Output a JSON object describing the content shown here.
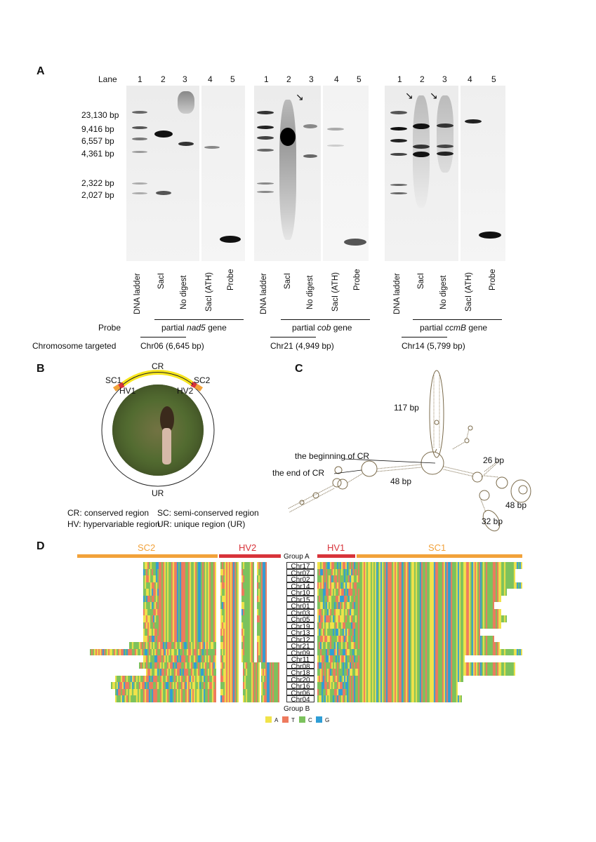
{
  "panel_a": {
    "letter": "A",
    "lane_label": "Lane",
    "ladder_sizes": [
      "23,130 bp",
      "9,416 bp",
      "6,557 bp",
      "4,361 bp",
      "2,322 bp",
      "2,027 bp"
    ],
    "probe_label": "Probe",
    "chromosome_label": "Chromosome targeted",
    "gels": [
      {
        "lane_numbers": [
          "1",
          "2",
          "3",
          "4",
          "5"
        ],
        "lane_names": [
          "DNA ladder",
          "SacI",
          "No digest",
          "SacI (ATH)",
          "Probe"
        ],
        "probe_prefix": "partial ",
        "probe_gene": "nad5",
        "probe_suffix": " gene",
        "chromosome": "Chr06 (6,645 bp)"
      },
      {
        "lane_numbers": [
          "1",
          "2",
          "3",
          "4",
          "5"
        ],
        "lane_names": [
          "DNA ladder",
          "SacI",
          "No digest",
          "SacI (ATH)",
          "Probe"
        ],
        "probe_prefix": "partial ",
        "probe_gene": "cob",
        "probe_suffix": " gene",
        "chromosome": "Chr21 (4,949 bp)"
      },
      {
        "lane_numbers": [
          "1",
          "2",
          "3",
          "4",
          "5"
        ],
        "lane_names": [
          "DNA ladder",
          "SacI",
          "No digest",
          "SacI (ATH)",
          "Probe"
        ],
        "probe_prefix": "partial ",
        "probe_gene": "ccmB",
        "probe_suffix": " gene",
        "chromosome": "Chr14 (5,799 bp)"
      }
    ]
  },
  "panel_b": {
    "letter": "B",
    "labels": {
      "cr": "CR",
      "ur": "UR",
      "sc1": "SC1",
      "sc2": "SC2",
      "hv1": "HV1",
      "hv2": "HV2"
    },
    "legend": [
      "CR: conserved region",
      "SC: semi-conserved region",
      "HV: hypervariable region",
      "UR: unique region (UR)"
    ],
    "colors": {
      "cr": "#f7e61e",
      "sc": "#f2a23a",
      "hv": "#d8333a"
    }
  },
  "panel_c": {
    "letter": "C",
    "labels": {
      "top": "117 bp",
      "right1": "26 bp",
      "right2": "48 bp",
      "bottom": "32 bp",
      "middle": "48 bp",
      "begin": "the beginning of CR",
      "end": "the end of CR"
    }
  },
  "panel_d": {
    "letter": "D",
    "segments": [
      "SC2",
      "HV2",
      "HV1",
      "SC1"
    ],
    "segment_colors": {
      "sc": "#f2a23a",
      "hv": "#d8333a"
    },
    "group_a": "Group A",
    "group_b": "Group B",
    "chromosomes": [
      "Chr17",
      "Chr07",
      "Chr02",
      "Chr14",
      "Chr10",
      "Chr15",
      "Chr01",
      "Chr03",
      "Chr05",
      "Chr19",
      "Chr13",
      "Chr12",
      "Chr21",
      "Chr09",
      "Chr11",
      "Chr08",
      "Chr18",
      "Chr20",
      "Chr16",
      "Chr06",
      "Chr04"
    ],
    "legend": [
      {
        "label": "A",
        "color": "#f1e34a"
      },
      {
        "label": "T",
        "color": "#ee7a5e"
      },
      {
        "label": "C",
        "color": "#7cc25d"
      },
      {
        "label": "G",
        "color": "#2f9ed6"
      }
    ]
  }
}
